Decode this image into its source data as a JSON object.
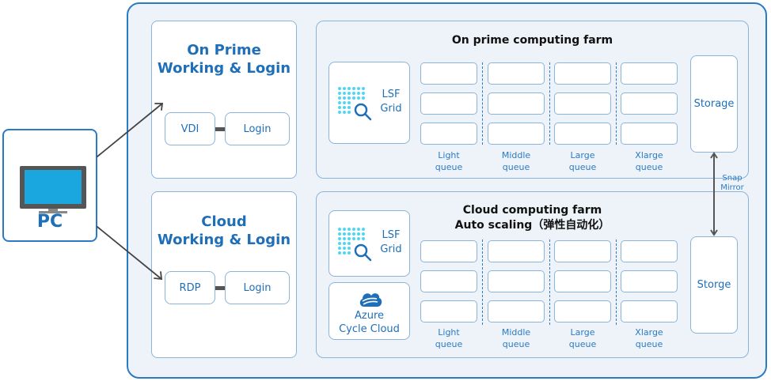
{
  "pc": {
    "label": "PC",
    "icon": "monitor-icon"
  },
  "on_prime_login": {
    "title_line1": "On Prime",
    "title_line2": "Working & Login",
    "access": "VDI",
    "login": "Login"
  },
  "cloud_login": {
    "title_line1": "Cloud",
    "title_line2": "Working & Login",
    "access": "RDP",
    "login": "Login"
  },
  "on_prime_farm": {
    "title": "On prime computing farm",
    "lsf": {
      "line1": "LSF",
      "line2": "Grid"
    },
    "queues": [
      {
        "line1": "Light",
        "line2": "queue"
      },
      {
        "line1": "Middle",
        "line2": "queue"
      },
      {
        "line1": "Large",
        "line2": "queue"
      },
      {
        "line1": "Xlarge",
        "line2": "queue"
      }
    ],
    "storage": "Storage"
  },
  "cloud_farm": {
    "title_line1": "Cloud computing farm",
    "title_line2": "Auto scaling（弹性自动化）",
    "lsf": {
      "line1": "LSF",
      "line2": "Grid"
    },
    "azure": {
      "line1": "Azure",
      "line2": "Cycle Cloud"
    },
    "queues": [
      {
        "line1": "Light",
        "line2": "queue"
      },
      {
        "line1": "Middle",
        "line2": "queue"
      },
      {
        "line1": "Large",
        "line2": "queue"
      },
      {
        "line1": "Xlarge",
        "line2": "queue"
      }
    ],
    "storage": "Storge"
  },
  "snap_mirror": {
    "line1": "Snap",
    "line2": "Mirror"
  },
  "colors": {
    "accent": "#1f6fb8",
    "border": "#8ab4dc",
    "panel_bg": "#edf3f8",
    "dots": "#4fd6f2"
  }
}
